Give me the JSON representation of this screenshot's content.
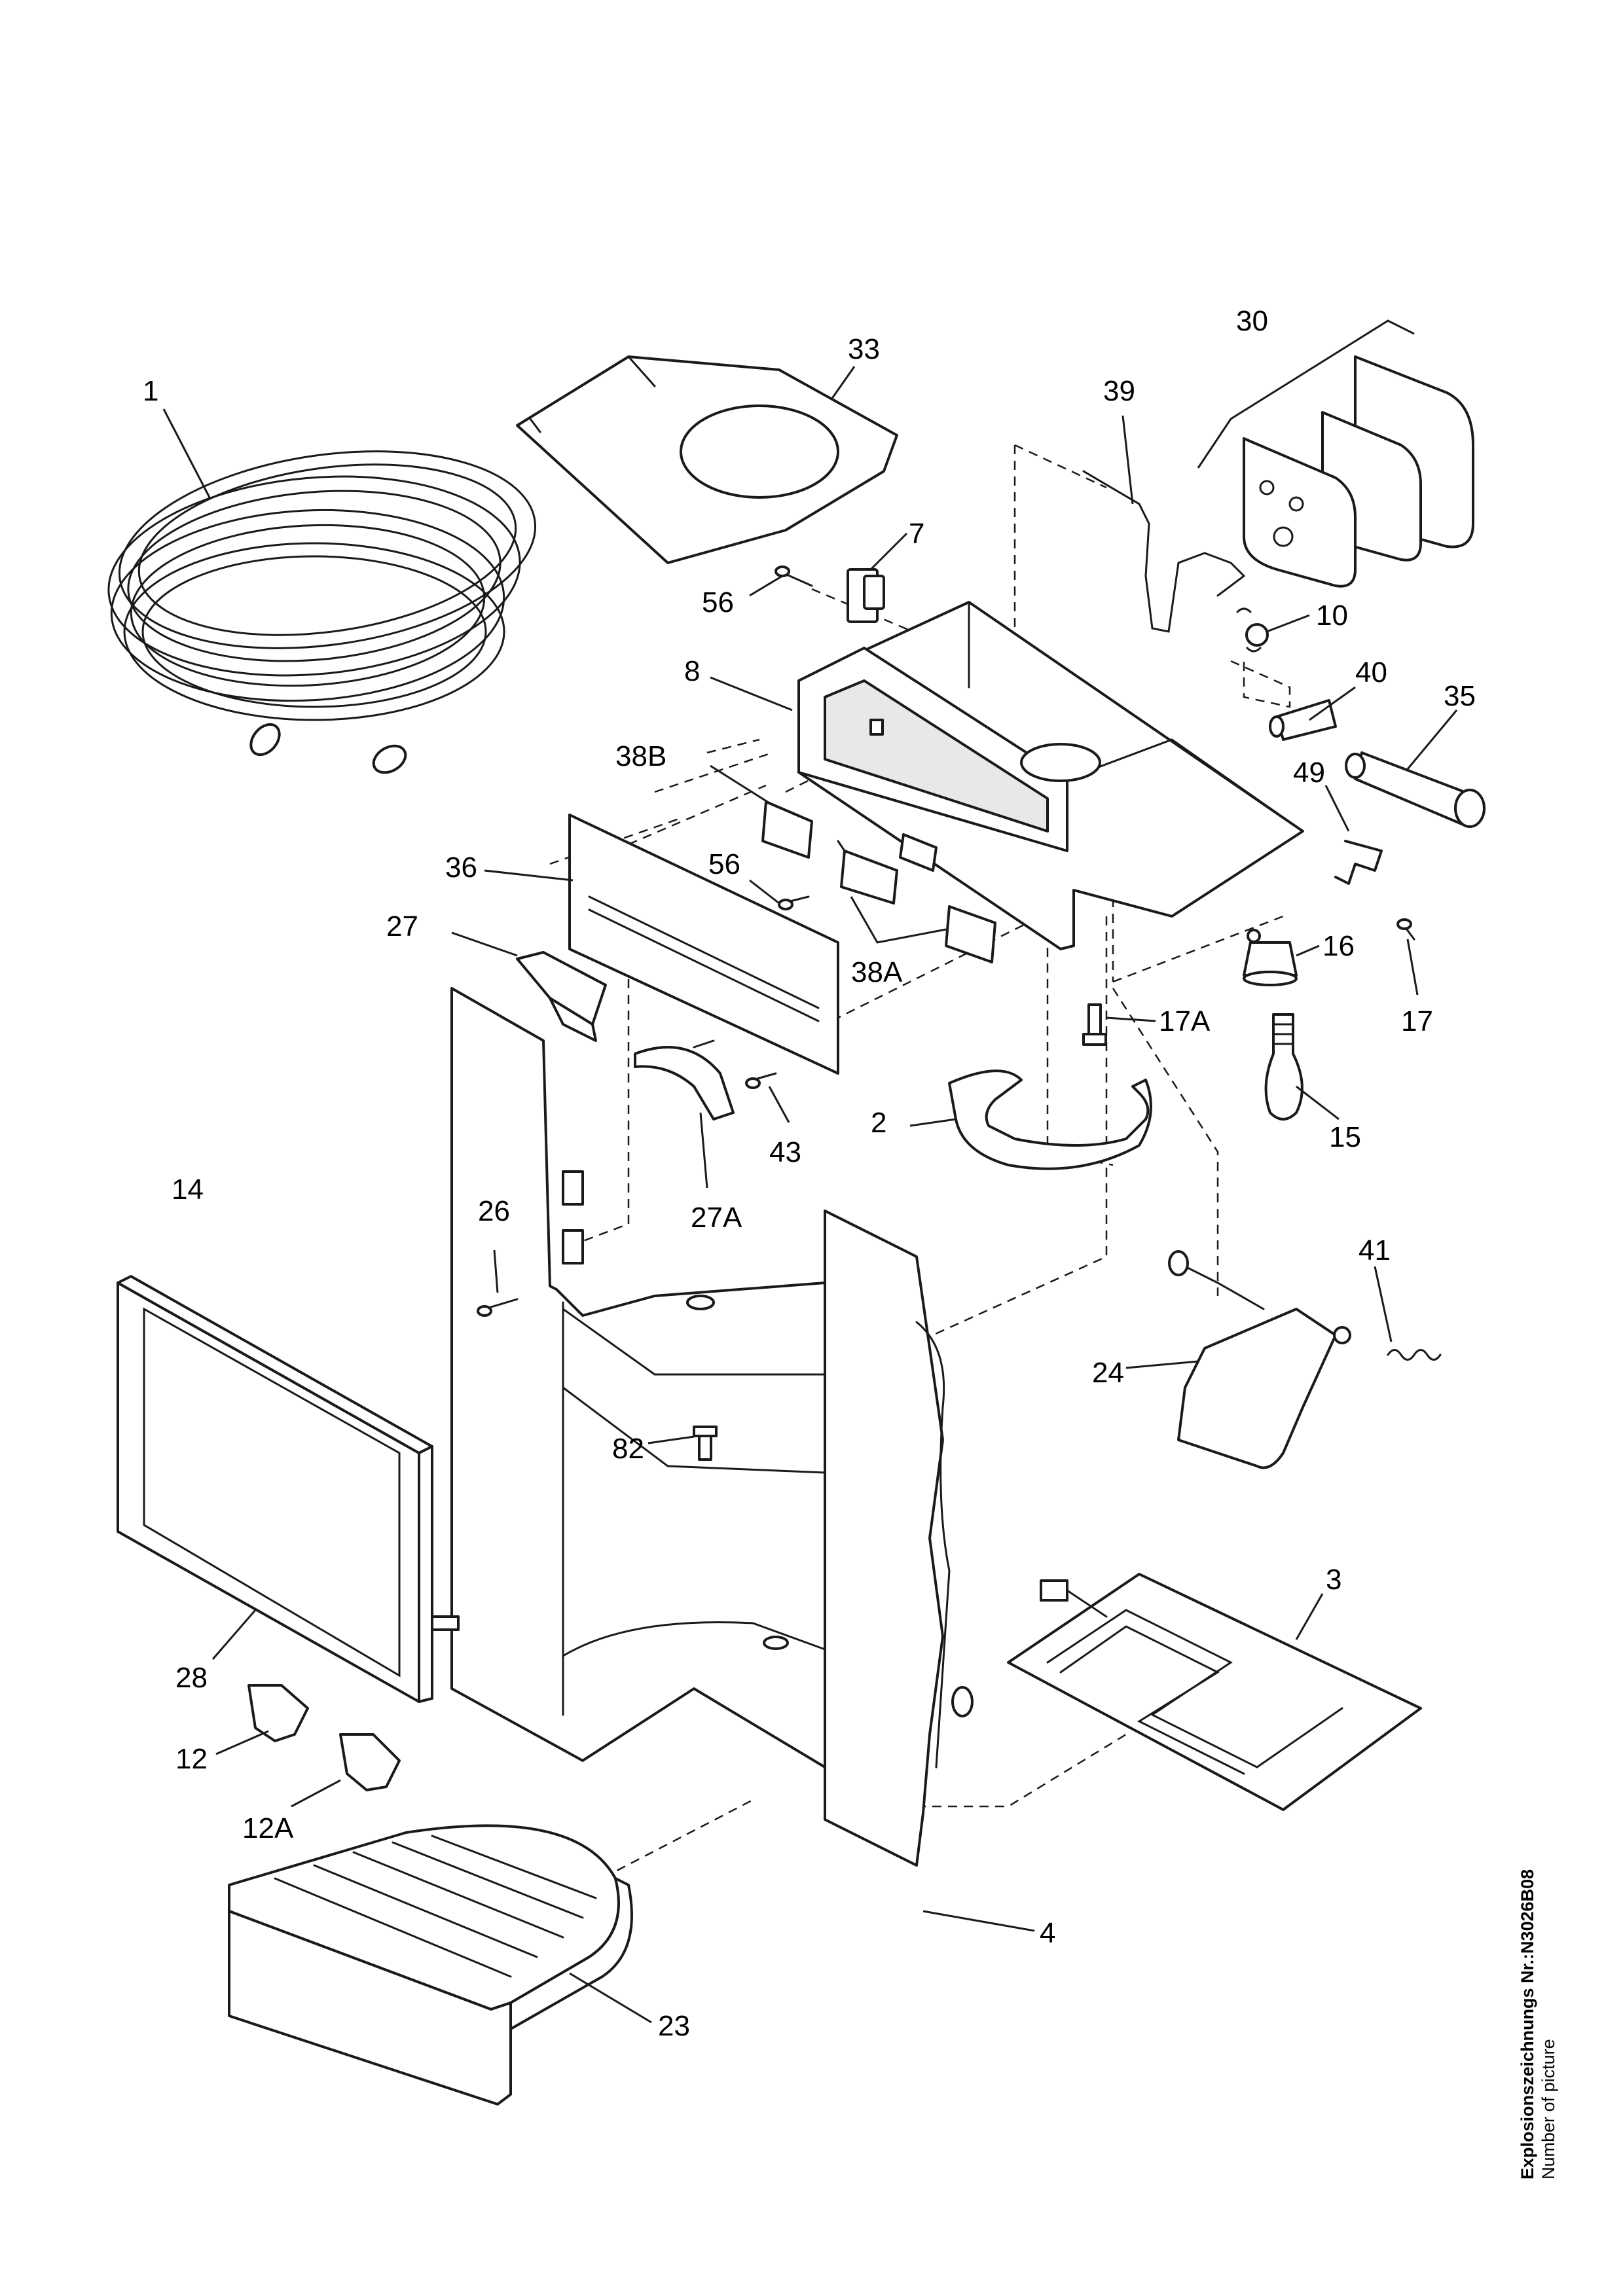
{
  "diagram": {
    "drawing_id_label": "Explosionszeichnungs Nr.:N3026B08",
    "drawing_id_label_en": "Number of picture",
    "callouts": {
      "c1": "1",
      "c33": "33",
      "c30": "30",
      "c39": "39",
      "c7": "7",
      "c56a": "56",
      "c10": "10",
      "c8": "8",
      "c40": "40",
      "c35": "35",
      "c38B": "38B",
      "c49": "49",
      "c56b": "56",
      "c36": "36",
      "c16": "16",
      "c27": "27",
      "c38A": "38A",
      "c17": "17",
      "c17A": "17A",
      "c43": "43",
      "c2": "2",
      "c15": "15",
      "c14": "14",
      "c26": "26",
      "c27A": "27A",
      "c41": "41",
      "c24": "24",
      "c82": "82",
      "c3": "3",
      "c28": "28",
      "c12": "12",
      "c12A": "12A",
      "c4": "4",
      "c23": "23"
    }
  }
}
